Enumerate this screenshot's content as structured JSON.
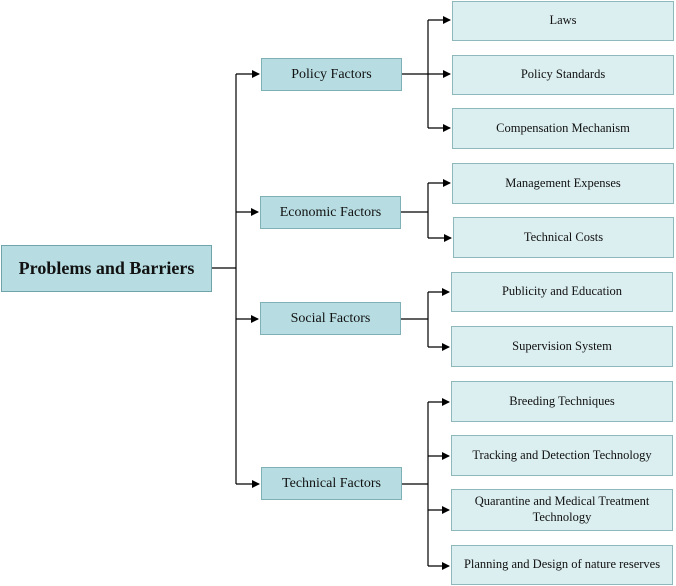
{
  "root": {
    "label": "Problems and Barriers"
  },
  "categories": [
    {
      "label": "Policy Factors",
      "items": [
        "Laws",
        "Policy Standards",
        "Compensation Mechanism"
      ]
    },
    {
      "label": "Economic Factors",
      "items": [
        "Management Expenses",
        "Technical Costs"
      ]
    },
    {
      "label": "Social Factors",
      "items": [
        "Publicity and Education",
        "Supervision System"
      ]
    },
    {
      "label": "Technical Factors",
      "items": [
        "Breeding Techniques",
        "Tracking and Detection Technology",
        "Quarantine and Medical Treatment Technology",
        "Planning and Design of nature reserves"
      ]
    }
  ]
}
